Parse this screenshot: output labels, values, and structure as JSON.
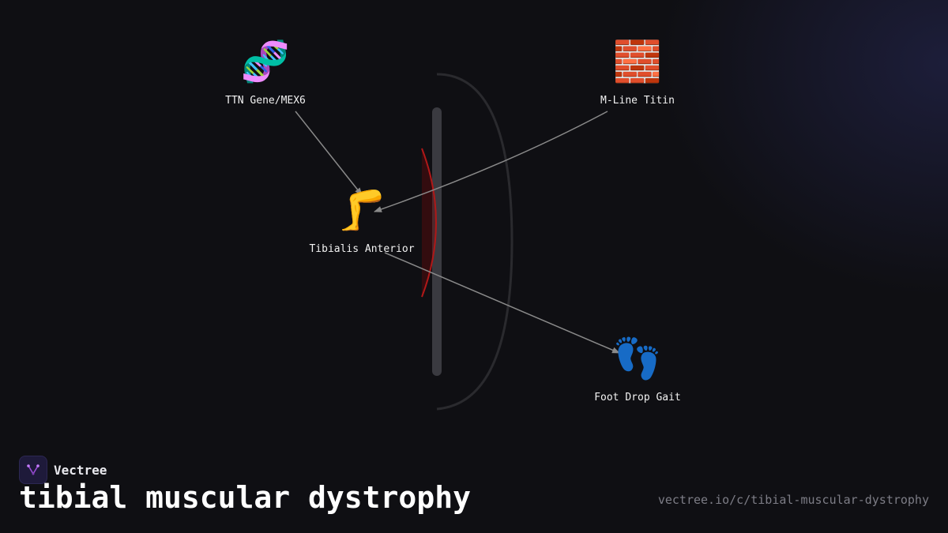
{
  "nodes": {
    "ttn": {
      "emoji": "🧬",
      "label": "TTN Gene/MEX6"
    },
    "mline": {
      "emoji": "🧱",
      "label": "M-Line Titin"
    },
    "tibialis": {
      "emoji": "🦵",
      "label": "Tibialis Anterior"
    },
    "foot": {
      "emoji": "👣",
      "label": "Foot Drop Gait"
    }
  },
  "edges": [
    {
      "from": "TTN Gene/MEX6",
      "to": "Tibialis Anterior"
    },
    {
      "from": "M-Line Titin",
      "to": "Tibialis Anterior"
    },
    {
      "from": "Tibialis Anterior",
      "to": "Foot Drop Gait"
    }
  ],
  "colors": {
    "background": "#0f0f13",
    "edge": "#8a8a8a",
    "bar": "#3a3a40",
    "highlight": "#b01818",
    "brand_accent": "#9b4dd6"
  },
  "brand": {
    "name": "Vectree",
    "logo_icon": "vectree-logo-icon"
  },
  "title": "tibial muscular dystrophy",
  "url": "vectree.io/c/tibial-muscular-dystrophy"
}
